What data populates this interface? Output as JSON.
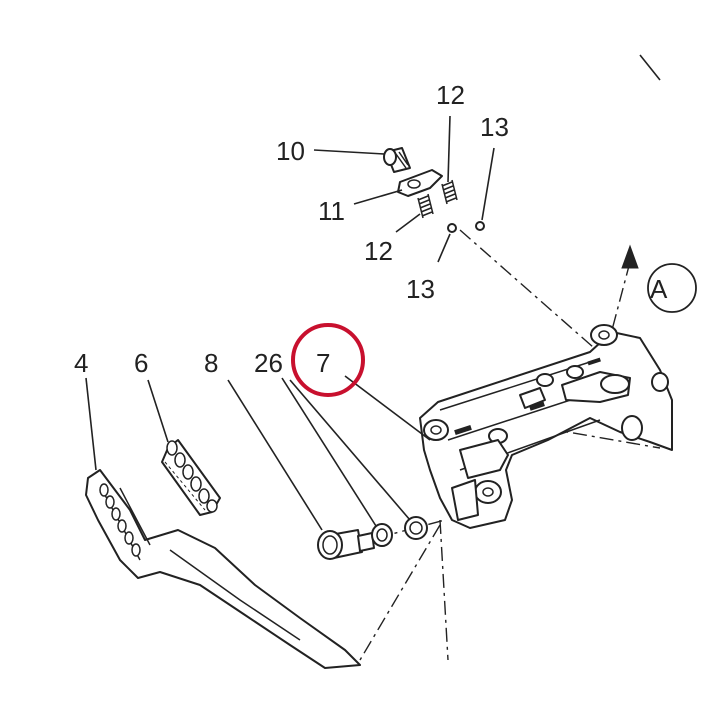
{
  "labels": {
    "p4": "4",
    "p6": "6",
    "p8": "8",
    "p26": "26",
    "p7": "7",
    "p10": "10",
    "p11": "11",
    "p12a": "12",
    "p12b": "12",
    "p13a": "13",
    "p13b": "13",
    "callout": "A"
  },
  "colors": {
    "highlight": "#c8102e",
    "ink": "#222222",
    "background": "#ffffff"
  },
  "highlighted_part": "7"
}
